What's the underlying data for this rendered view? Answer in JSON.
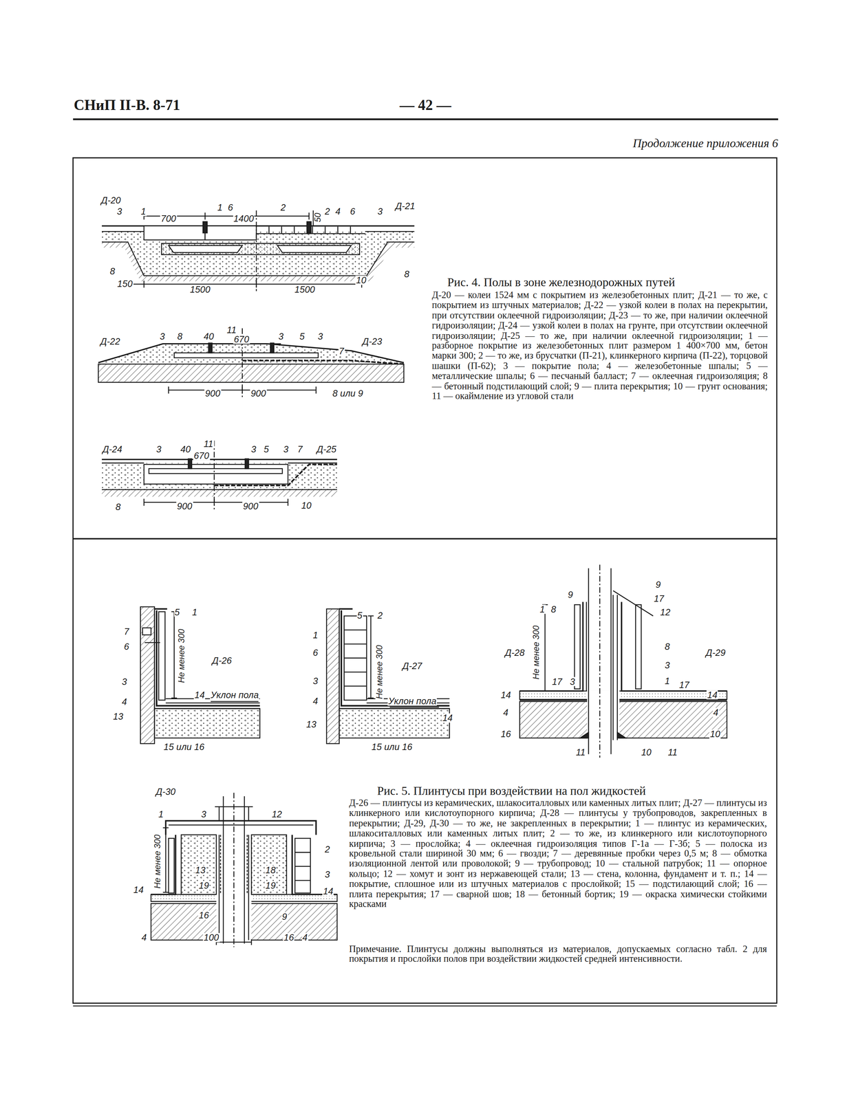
{
  "diagram": {
    "labels": [
      "СНиП II-В. 8-71",
      "— 42 —",
      "Продолжение приложения 6",
      "Рис. 4. Полы в зоне железнодорожных путей",
      "Д-20 — колеи 1524 мм с покрытием из железобетонных плит; Д-21 — то же, с покрытием из штучных материалов; Д-22 — узкой колеи в полах на перекрытии, при отсутствии оклеечной гидроизоляции; Д-23 — то же, при наличии оклеечной гидроизоляции; Д-24 — узкой колеи в полах на грунте, при отсутствии оклеечной гидроизоляции; Д-25 — то же, при наличии оклеечной гидроизоляции; 1 — разборное покрытие из железобетонных плит размером 1 400×700 мм, бетон марки 300; 2 — то же, из брусчатки (П-21), клинкерного кирпича (П-22), торцовой шашки (П-62); 3 — покрытие пола; 4 — железобетонные шпалы; 5 — металлические шпалы; 6 — песчаный балласт; 7 — оклеечная гидроизоляция; 8 — бетонный подстилающий слой; 9 — плита перекрытия; 10 — грунт основания; 11 — окаймление из угловой стали",
      "Рис. 5. Плинтусы при воздействии на пол жидкостей",
      "Д-26 — плинтусы из керамических, шлакоситалловых или каменных литых плит; Д-27 — плинтусы из клинкерного или кислотоупорного кирпича; Д-28 — плинтусы у трубопроводов, закрепленных в перекрытии; Д-29, Д-30 — то же, не закрепленных в перекрытии; 1 — плинтус из керамических, шлакоситалловых или каменных литых плит; 2 — то же, из клинкерного или кислотоупорного кирпича; 3 — прослойка; 4 — оклеечная гидроизоляция типов Г-1а — Г-3б; 5 — полоска из кровельной стали шириной 30 мм; 6 — гвозди; 7 — деревянные пробки через 0,5 м; 8 — обмотка изоляционной лентой или проволокой; 9 — трубопровод; 10 — стальной патрубок; 11 — опорное кольцо; 12 — хомут и зонт из нержавеющей стали; 13 — стена, колонна, фундамент и т. п.; 14 — покрытие, сплошное или из штучных материалов с прослойкой; 15 — подстилающий слой; 16 — плита перекрытия; 17 — сварной шов; 18 — бетонный бортик; 19 — окраска химически стойкими красками",
      "Примечание. Плинтусы должны выполняться из материалов, допускаемых согласно табл. 2 для покрытия и прослойки полов при воздействии жидкостей средней интенсивности.",
      "Д-20",
      "3",
      "1",
      "700",
      "1",
      "6",
      "1400",
      "2",
      "50",
      "2",
      "4",
      "6",
      "3",
      "Д-21",
      "8",
      "8",
      "150",
      "1500",
      "1500",
      "10",
      "Д-22",
      "3",
      "8",
      "40",
      "11",
      "670",
      "3",
      "5",
      "3",
      "Д-23",
      "7",
      "900",
      "900",
      "8 или 9",
      "Д-24",
      "3",
      "40",
      "11",
      "670",
      "3",
      "5",
      "3",
      "7",
      "Д-25",
      "8",
      "900",
      "900",
      "10",
      "5",
      "1",
      "7",
      "6",
      "Не менее 300",
      "Д-26",
      "3",
      "4",
      "14",
      "Уклон пола",
      "13",
      "15 или 16",
      "5",
      "2",
      "1",
      "6",
      "Не менее 300",
      "Д-27",
      "3",
      "4",
      "Уклон пола",
      "14",
      "13",
      "15 или 16",
      "9",
      "9",
      "17",
      "12",
      "1",
      "8",
      "Не менее 300",
      "Д-28",
      "8",
      "Д-29",
      "3",
      "1",
      "17",
      "3",
      "17",
      "14",
      "14",
      "4",
      "4",
      "16",
      "10",
      "11",
      "10",
      "11",
      "Д-30",
      "1",
      "3",
      "12",
      "2",
      "Не менее 300",
      "13",
      "18",
      "19",
      "19",
      "3",
      "14",
      "14",
      "16",
      "9",
      "4",
      "100",
      "16",
      "4"
    ]
  }
}
